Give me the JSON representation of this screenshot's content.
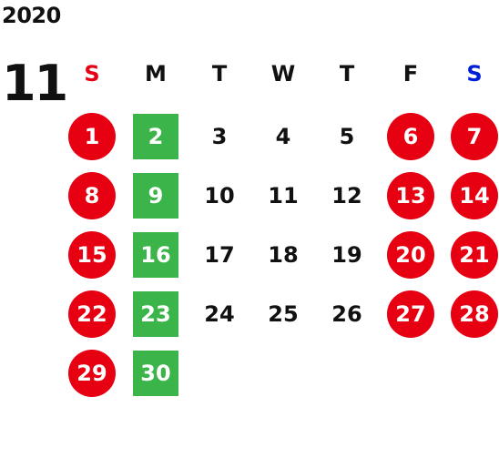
{
  "calendar": {
    "year": "2020",
    "month": "11",
    "weekdays": [
      {
        "label": "S",
        "kind": "sun"
      },
      {
        "label": "M",
        "kind": "normal"
      },
      {
        "label": "T",
        "kind": "normal"
      },
      {
        "label": "W",
        "kind": "normal"
      },
      {
        "label": "T",
        "kind": "normal"
      },
      {
        "label": "F",
        "kind": "normal"
      },
      {
        "label": "S",
        "kind": "sat"
      }
    ],
    "colors": {
      "holiday": "#e60012",
      "special": "#3bb54a",
      "sunday_text": "#e60012",
      "saturday_text": "#0020d8",
      "normal_text": "#111111"
    },
    "weeks": [
      [
        {
          "label": "1",
          "style": "holiday"
        },
        {
          "label": "2",
          "style": "special"
        },
        {
          "label": "3",
          "style": "normal"
        },
        {
          "label": "4",
          "style": "normal"
        },
        {
          "label": "5",
          "style": "normal"
        },
        {
          "label": "6",
          "style": "holiday"
        },
        {
          "label": "7",
          "style": "holiday"
        }
      ],
      [
        {
          "label": "8",
          "style": "holiday"
        },
        {
          "label": "9",
          "style": "special"
        },
        {
          "label": "10",
          "style": "normal"
        },
        {
          "label": "11",
          "style": "normal"
        },
        {
          "label": "12",
          "style": "normal"
        },
        {
          "label": "13",
          "style": "holiday"
        },
        {
          "label": "14",
          "style": "holiday"
        }
      ],
      [
        {
          "label": "15",
          "style": "holiday"
        },
        {
          "label": "16",
          "style": "special"
        },
        {
          "label": "17",
          "style": "normal"
        },
        {
          "label": "18",
          "style": "normal"
        },
        {
          "label": "19",
          "style": "normal"
        },
        {
          "label": "20",
          "style": "holiday"
        },
        {
          "label": "21",
          "style": "holiday"
        }
      ],
      [
        {
          "label": "22",
          "style": "holiday"
        },
        {
          "label": "23",
          "style": "special"
        },
        {
          "label": "24",
          "style": "normal"
        },
        {
          "label": "25",
          "style": "normal"
        },
        {
          "label": "26",
          "style": "normal"
        },
        {
          "label": "27",
          "style": "holiday"
        },
        {
          "label": "28",
          "style": "holiday"
        }
      ],
      [
        {
          "label": "29",
          "style": "holiday"
        },
        {
          "label": "30",
          "style": "special"
        },
        {
          "label": "",
          "style": "empty"
        },
        {
          "label": "",
          "style": "empty"
        },
        {
          "label": "",
          "style": "empty"
        },
        {
          "label": "",
          "style": "empty"
        },
        {
          "label": "",
          "style": "empty"
        }
      ]
    ]
  }
}
